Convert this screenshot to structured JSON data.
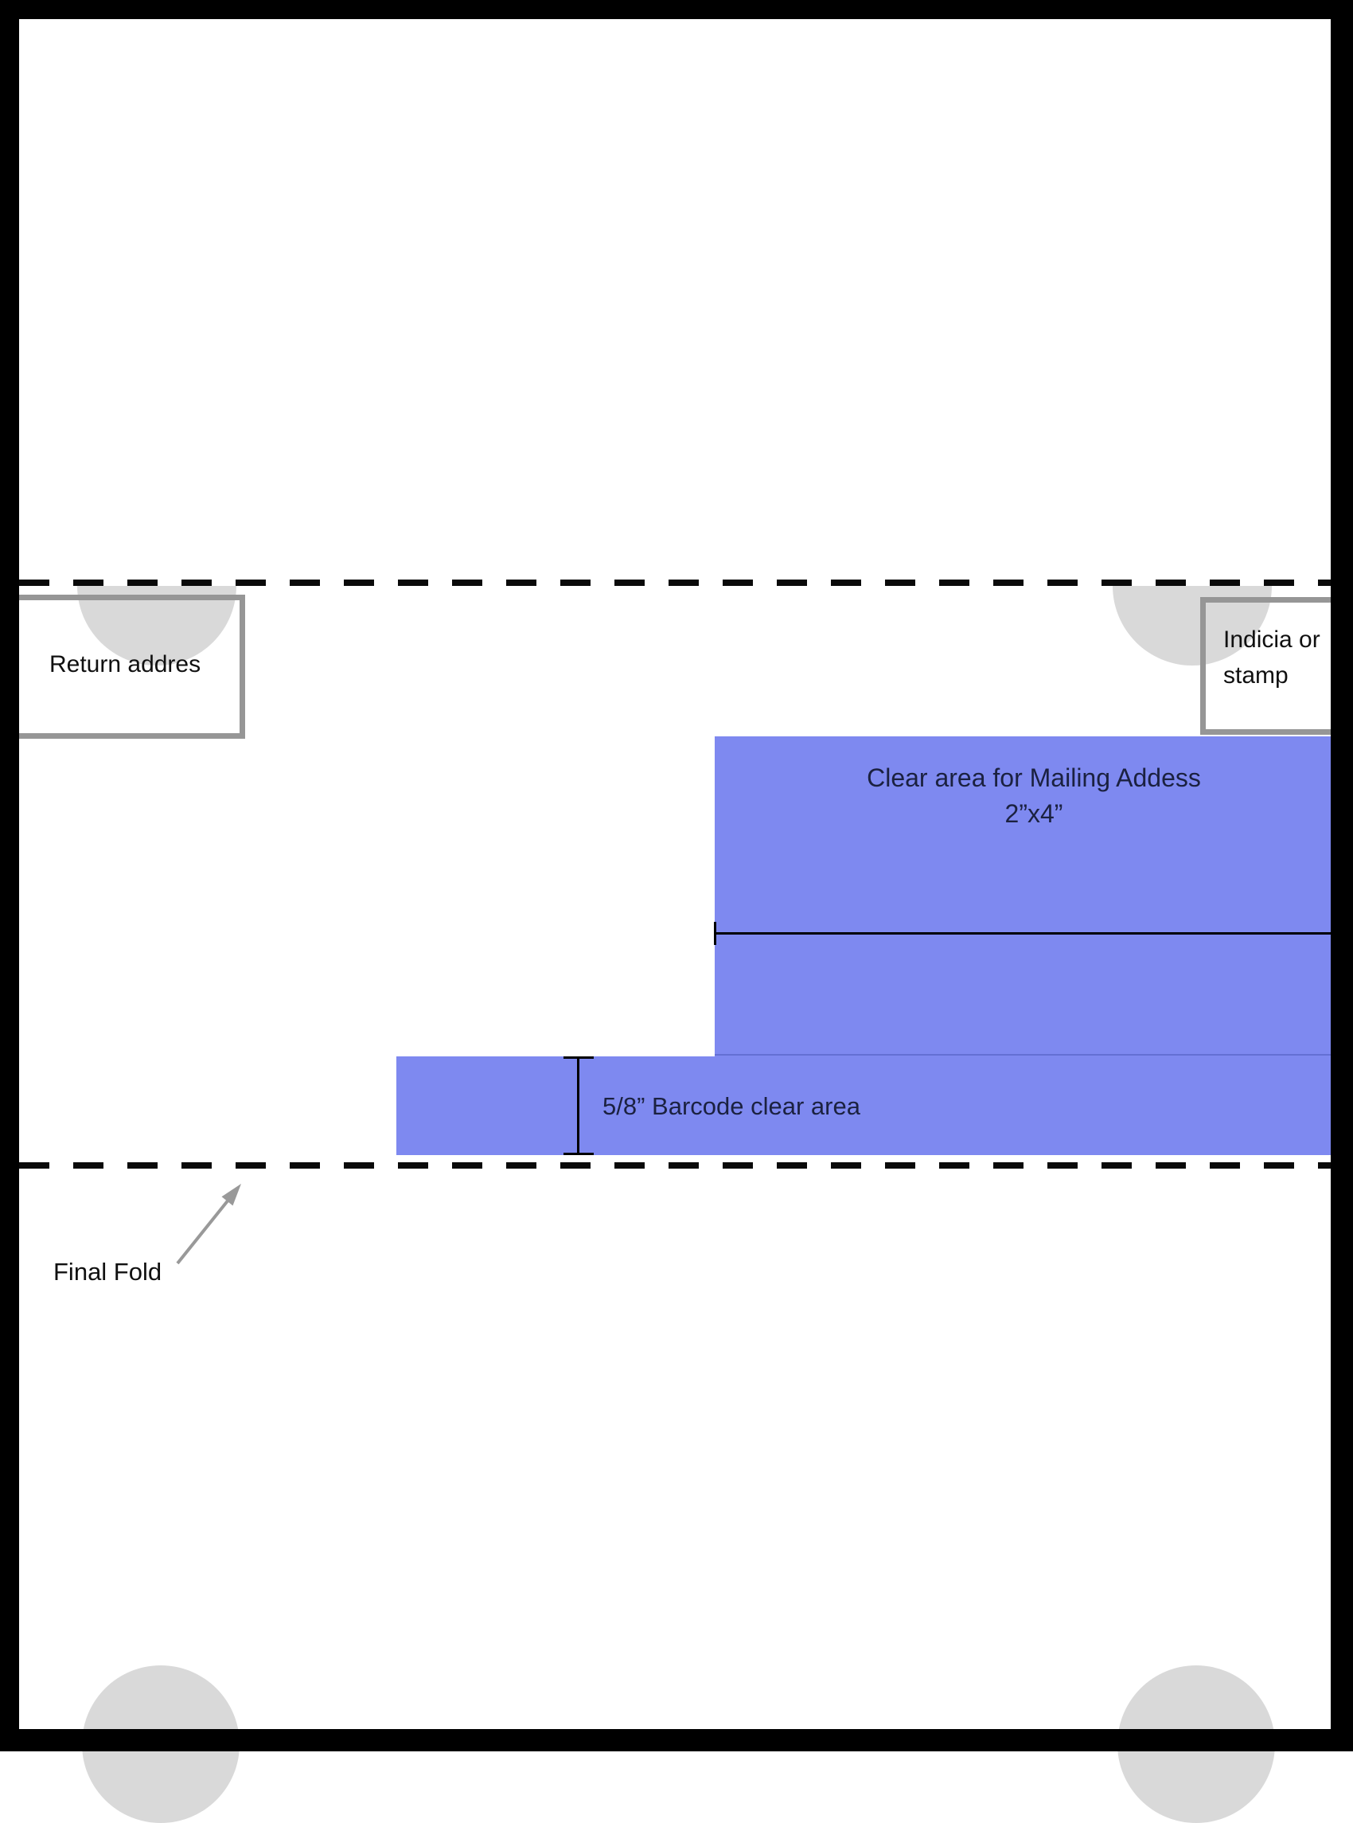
{
  "labels": {
    "return_address": "Return addres",
    "indicia": "Indicia or stamp",
    "mailing_area_line1": "Clear area for Mailing Addess",
    "mailing_area_line2": "2”x4”",
    "barcode_area": "5/8” Barcode clear area",
    "final_fold": "Final Fold"
  },
  "colors": {
    "page_border": "#000000",
    "clear_area_blue": "#7e89f0",
    "clear_area_text": "#1b2140",
    "notch_gray": "#d9d9d9",
    "box_border_gray": "#969696",
    "arrow_gray": "#999999",
    "fold_dash": "#0a0a0a"
  }
}
